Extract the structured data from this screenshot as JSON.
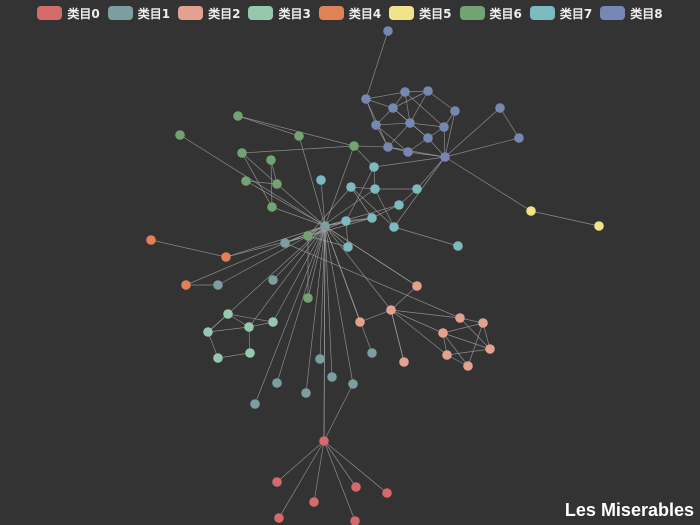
{
  "title": "Les Miserables",
  "categories": [
    {
      "label": "类目0",
      "color": "#c23531"
    },
    {
      "label": "类目1",
      "color": "#61a0a8"
    },
    {
      "label": "类目2",
      "color": "#ee9a8a"
    },
    {
      "label": "类目3",
      "color": "#91c7ae"
    },
    {
      "label": "类目4",
      "color": "#e07b56"
    },
    {
      "label": "类目5",
      "color": "#f3e08c"
    },
    {
      "label": "类目6",
      "color": "#73a373"
    },
    {
      "label": "类目7",
      "color": "#73b9bc"
    },
    {
      "label": "类目8",
      "color": "#7289ab"
    }
  ],
  "colors": [
    "#d46a6a",
    "#7c9ea1",
    "#e4a190",
    "#96c8ae",
    "#e08158",
    "#f2e28a",
    "#73a373",
    "#7bbbc0",
    "#7787b3"
  ],
  "background": "#333333",
  "edge_color": "#aaaaaa"
}
